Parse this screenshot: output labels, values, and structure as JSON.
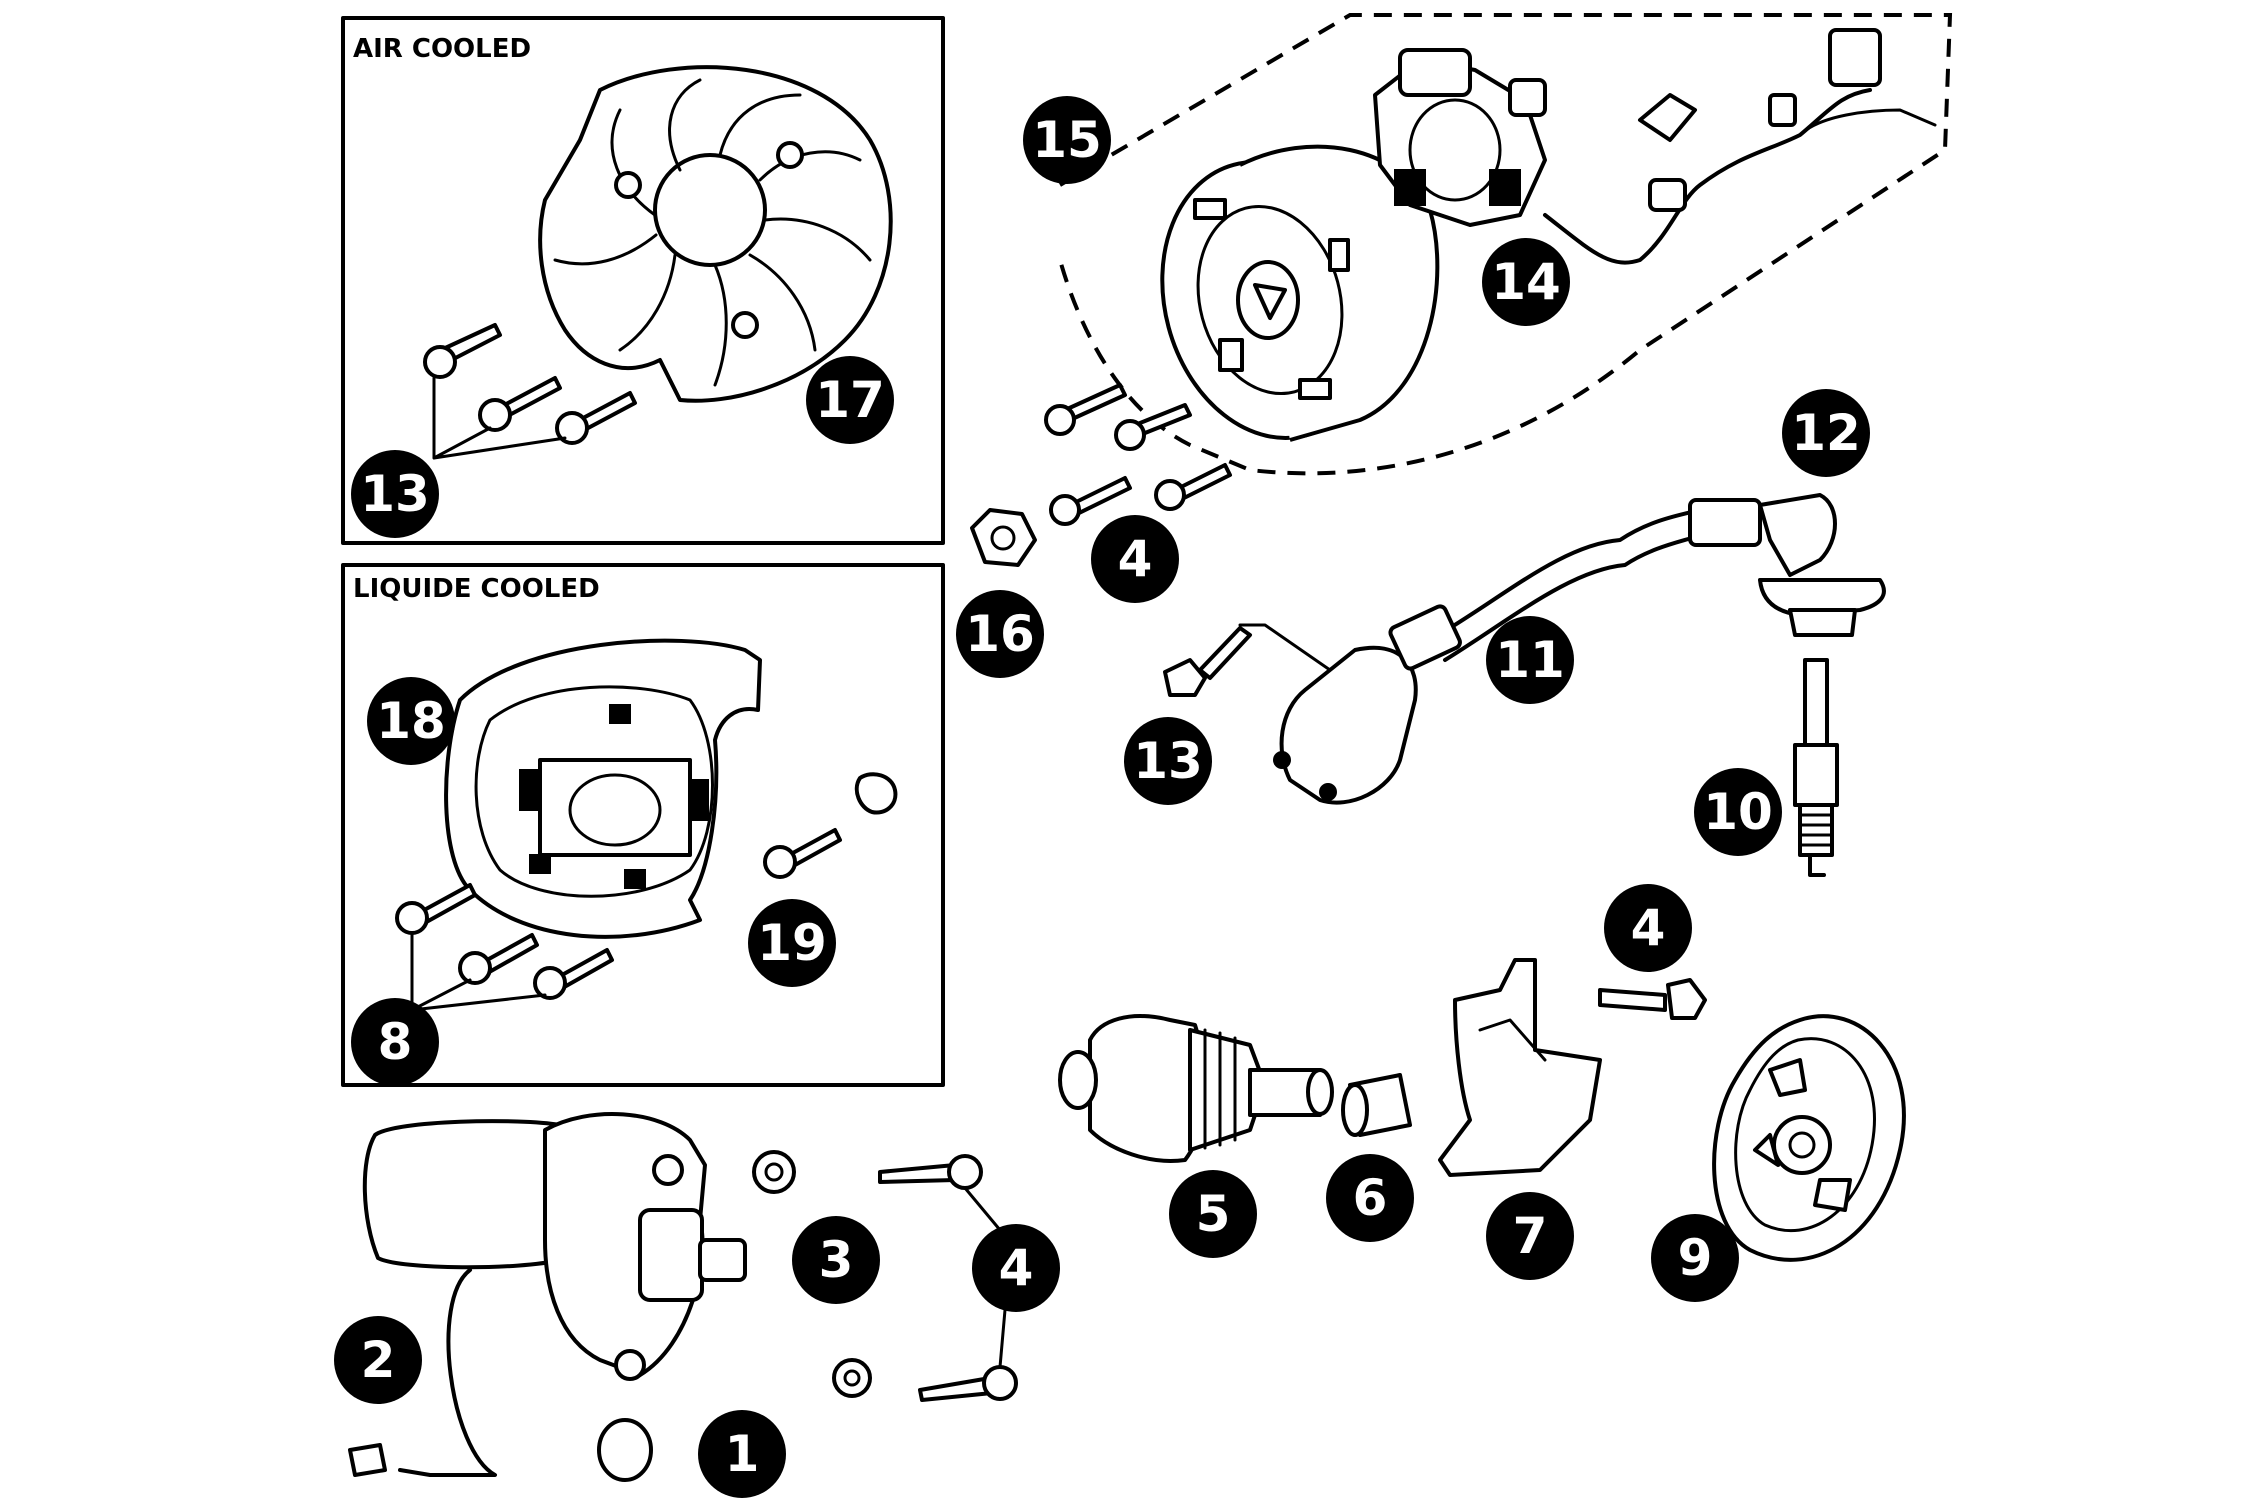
{
  "panels": {
    "air_cooled_title": "AIR COOLED",
    "liquid_cooled_title": "LIQUIDE COOLED"
  },
  "callouts": {
    "c1": "1",
    "c2": "2",
    "c3": "3",
    "c4a": "4",
    "c4b": "4",
    "c4c": "4",
    "c5": "5",
    "c6": "6",
    "c7": "7",
    "c8": "8",
    "c9": "9",
    "c10": "10",
    "c11": "11",
    "c12": "12",
    "c13a": "13",
    "c13b": "13",
    "c14": "14",
    "c15": "15",
    "c16": "16",
    "c17": "17",
    "c18": "18",
    "c19": "19"
  }
}
